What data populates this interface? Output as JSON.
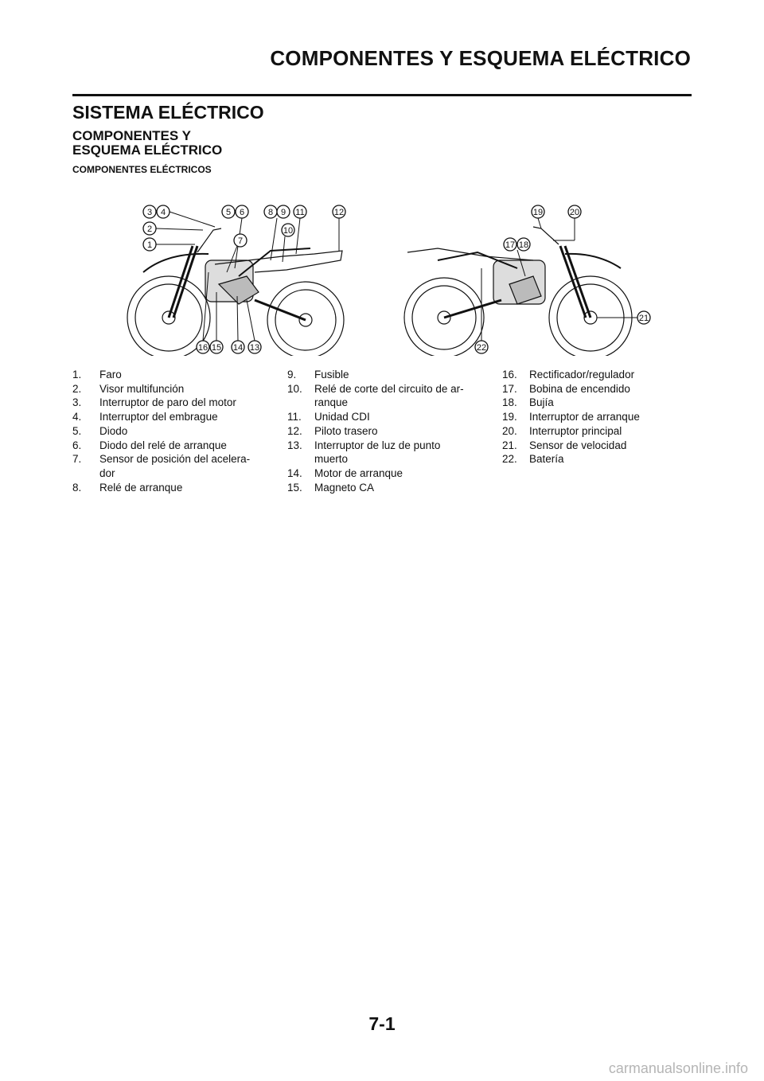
{
  "header": {
    "title": "COMPONENTES Y ESQUEMA ELÉCTRICO"
  },
  "section_title": "SISTEMA ELÉCTRICO",
  "subsection_title_line1": "COMPONENTES Y",
  "subsection_title_line2": "ESQUEMA ELÉCTRICO",
  "subheading": "COMPONENTES ELÉCTRICOS",
  "figure": {
    "callouts_left": [
      "1",
      "2",
      "3",
      "4",
      "5",
      "6",
      "7",
      "8",
      "9",
      "10",
      "11",
      "12",
      "13",
      "14",
      "15",
      "16"
    ],
    "callouts_right": [
      "17",
      "18",
      "19",
      "20",
      "21",
      "22"
    ]
  },
  "legend": {
    "col1": [
      {
        "n": "1.",
        "t": "Faro"
      },
      {
        "n": "2.",
        "t": "Visor multifunción"
      },
      {
        "n": "3.",
        "t": "Interruptor de paro del motor"
      },
      {
        "n": "4.",
        "t": "Interruptor del embrague"
      },
      {
        "n": "5.",
        "t": "Diodo"
      },
      {
        "n": "6.",
        "t": "Diodo del relé de arranque"
      },
      {
        "n": "7.",
        "t": "Sensor de posición del acelera-"
      },
      {
        "n": "",
        "t": "dor"
      },
      {
        "n": "8.",
        "t": "Relé de arranque"
      }
    ],
    "col2": [
      {
        "n": "9.",
        "t": "Fusible"
      },
      {
        "n": "10.",
        "t": "Relé de corte del circuito de ar-"
      },
      {
        "n": "",
        "t": "ranque"
      },
      {
        "n": "11.",
        "t": "Unidad CDI"
      },
      {
        "n": "12.",
        "t": "Piloto trasero"
      },
      {
        "n": "13.",
        "t": "Interruptor de luz de punto"
      },
      {
        "n": "",
        "t": "muerto"
      },
      {
        "n": "14.",
        "t": "Motor de arranque"
      },
      {
        "n": "15.",
        "t": "Magneto CA"
      }
    ],
    "col3": [
      {
        "n": "16.",
        "t": "Rectificador/regulador"
      },
      {
        "n": "17.",
        "t": "Bobina de encendido"
      },
      {
        "n": "18.",
        "t": "Bujía"
      },
      {
        "n": "19.",
        "t": "Interruptor de arranque"
      },
      {
        "n": "20.",
        "t": "Interruptor principal"
      },
      {
        "n": "21.",
        "t": "Sensor de velocidad"
      },
      {
        "n": "22.",
        "t": "Batería"
      }
    ]
  },
  "page_number": "7-1",
  "watermark": "carmanualsonline.info"
}
